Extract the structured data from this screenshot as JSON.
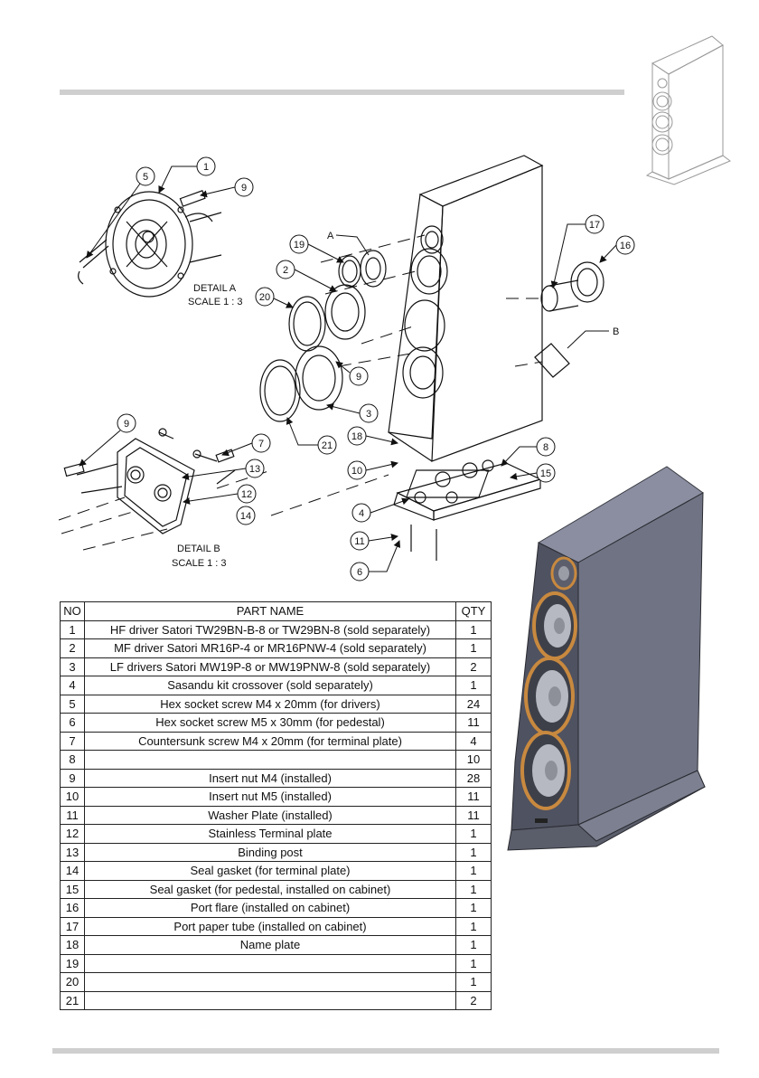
{
  "detail_a": {
    "title": "DETAIL A",
    "scale": "SCALE 1 : 3"
  },
  "detail_b": {
    "title": "DETAIL B",
    "scale": "SCALE 1 : 3"
  },
  "section_labels": {
    "a": "A",
    "b": "B"
  },
  "callouts": {
    "c1": "1",
    "c2": "2",
    "c3": "3",
    "c4": "4",
    "c5": "5",
    "c6": "6",
    "c7": "7",
    "c8": "8",
    "c9a": "9",
    "c9b": "9",
    "c9c": "9",
    "c10": "10",
    "c11": "11",
    "c12": "12",
    "c13": "13",
    "c14": "14",
    "c15": "15",
    "c16": "16",
    "c17": "17",
    "c18": "18",
    "c19": "19",
    "c20": "20",
    "c21": "21"
  },
  "colors": {
    "cabinet": "#6f7383",
    "cabinet_dark": "#4f5260",
    "driver_ring": "#c8893f",
    "rule": "#cfcfcf"
  },
  "table": {
    "headers": {
      "no": "NO",
      "name": "PART NAME",
      "qty": "QTY"
    },
    "rows": [
      {
        "no": "1",
        "name": "HF driver Satori TW29BN-B-8 or TW29BN-8 (sold separately)",
        "qty": "1"
      },
      {
        "no": "2",
        "name": "MF driver Satori MR16P-4 or MR16PNW-4 (sold separately)",
        "qty": "1"
      },
      {
        "no": "3",
        "name": "LF drivers Satori MW19P-8 or MW19PNW-8 (sold separately)",
        "qty": "2"
      },
      {
        "no": "4",
        "name": "Sasandu kit crossover (sold separately)",
        "qty": "1"
      },
      {
        "no": "5",
        "name": "Hex socket screw M4 x 20mm (for drivers)",
        "qty": "24"
      },
      {
        "no": "6",
        "name": "Hex socket screw M5 x 30mm (for pedestal)",
        "qty": "11"
      },
      {
        "no": "7",
        "name": "Countersunk screw M4 x 20mm (for terminal plate)",
        "qty": "4"
      },
      {
        "no": "8",
        "name": "",
        "qty": "10"
      },
      {
        "no": "9",
        "name": "Insert nut M4 (installed)",
        "qty": "28"
      },
      {
        "no": "10",
        "name": "Insert nut M5 (installed)",
        "qty": "11"
      },
      {
        "no": "11",
        "name": "Washer Plate (installed)",
        "qty": "11"
      },
      {
        "no": "12",
        "name": "Stainless Terminal plate",
        "qty": "1"
      },
      {
        "no": "13",
        "name": "Binding post",
        "qty": "1"
      },
      {
        "no": "14",
        "name": "Seal gasket (for terminal plate)",
        "qty": "1"
      },
      {
        "no": "15",
        "name": "Seal gasket (for pedestal, installed on cabinet)",
        "qty": "1"
      },
      {
        "no": "16",
        "name": "Port flare (installed on cabinet)",
        "qty": "1"
      },
      {
        "no": "17",
        "name": "Port paper tube (installed on cabinet)",
        "qty": "1"
      },
      {
        "no": "18",
        "name": "Name plate",
        "qty": "1"
      },
      {
        "no": "19",
        "name": "",
        "qty": "1"
      },
      {
        "no": "20",
        "name": "",
        "qty": "1"
      },
      {
        "no": "21",
        "name": "",
        "qty": "2"
      }
    ]
  }
}
